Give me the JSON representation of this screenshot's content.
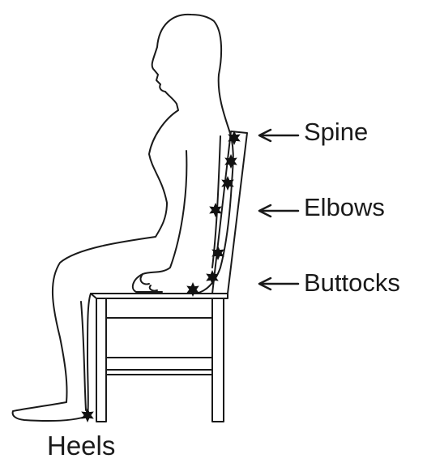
{
  "labels": {
    "spine": "Spine",
    "elbows": "Elbows",
    "buttocks": "Buttocks",
    "heels": "Heels"
  },
  "colors": {
    "line": "#1a1a1a",
    "marker": "#111111",
    "background": "#ffffff"
  },
  "icons": {
    "pressure_marker": "star-icon",
    "pointer": "left-arrow-icon"
  }
}
